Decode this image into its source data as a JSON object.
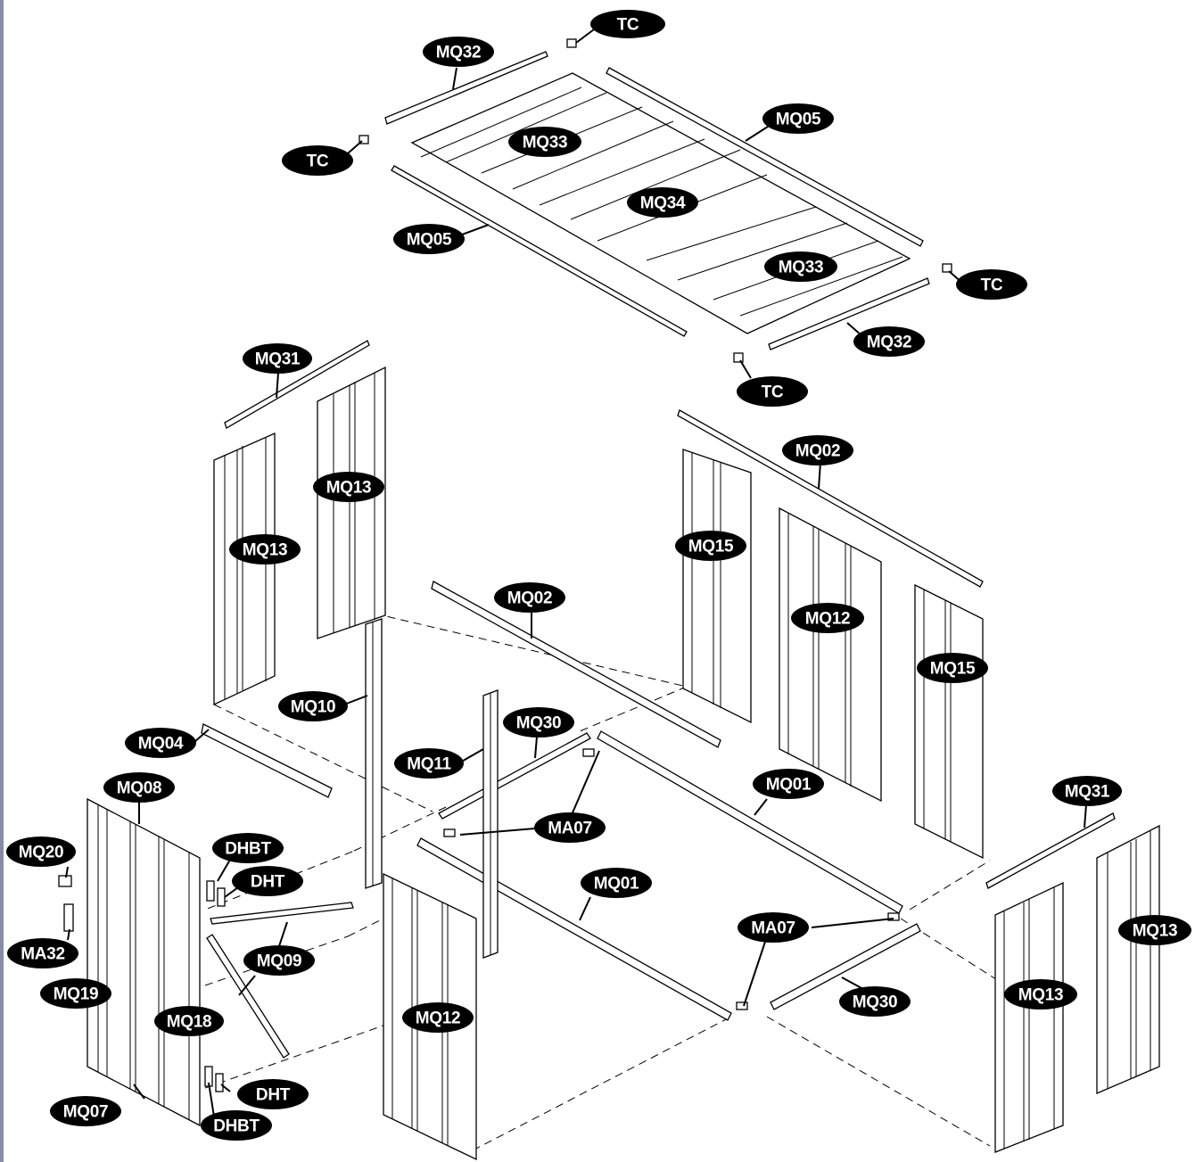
{
  "colors": {
    "ink": "#000000",
    "label_text": "#ffffff",
    "paper": "#ffffff",
    "edge_strip": "#8a8aa8"
  },
  "labels": [
    {
      "id": "tc-1",
      "text": "TC"
    },
    {
      "id": "mq32-1",
      "text": "MQ32"
    },
    {
      "id": "tc-2",
      "text": "TC"
    },
    {
      "id": "mq33-1",
      "text": "MQ33"
    },
    {
      "id": "mq05-1",
      "text": "MQ05"
    },
    {
      "id": "mq34",
      "text": "MQ34"
    },
    {
      "id": "mq05-2",
      "text": "MQ05"
    },
    {
      "id": "mq33-2",
      "text": "MQ33"
    },
    {
      "id": "tc-3",
      "text": "TC"
    },
    {
      "id": "mq32-2",
      "text": "MQ32"
    },
    {
      "id": "tc-4",
      "text": "TC"
    },
    {
      "id": "mq31-1",
      "text": "MQ31"
    },
    {
      "id": "mq13-1",
      "text": "MQ13"
    },
    {
      "id": "mq13-2",
      "text": "MQ13"
    },
    {
      "id": "mq02-1",
      "text": "MQ02"
    },
    {
      "id": "mq15-1",
      "text": "MQ15"
    },
    {
      "id": "mq12-1",
      "text": "MQ12"
    },
    {
      "id": "mq02-2",
      "text": "MQ02"
    },
    {
      "id": "mq15-2",
      "text": "MQ15"
    },
    {
      "id": "mq10",
      "text": "MQ10"
    },
    {
      "id": "mq30-1",
      "text": "MQ30"
    },
    {
      "id": "mq04",
      "text": "MQ04"
    },
    {
      "id": "mq11",
      "text": "MQ11"
    },
    {
      "id": "mq01-1",
      "text": "MQ01"
    },
    {
      "id": "mq08",
      "text": "MQ08"
    },
    {
      "id": "ma07-1",
      "text": "MA07"
    },
    {
      "id": "mq31-2",
      "text": "MQ31"
    },
    {
      "id": "dhbt-1",
      "text": "DHBT"
    },
    {
      "id": "mq20",
      "text": "MQ20"
    },
    {
      "id": "dht-1",
      "text": "DHT"
    },
    {
      "id": "mq01-2",
      "text": "MQ01"
    },
    {
      "id": "ma07-2",
      "text": "MA07"
    },
    {
      "id": "mq13-3",
      "text": "MQ13"
    },
    {
      "id": "ma32",
      "text": "MA32"
    },
    {
      "id": "mq09",
      "text": "MQ09"
    },
    {
      "id": "mq19",
      "text": "MQ19"
    },
    {
      "id": "mq13-4",
      "text": "MQ13"
    },
    {
      "id": "mq30-2",
      "text": "MQ30"
    },
    {
      "id": "mq18",
      "text": "MQ18"
    },
    {
      "id": "mq12-2",
      "text": "MQ12"
    },
    {
      "id": "dht-2",
      "text": "DHT"
    },
    {
      "id": "mq07",
      "text": "MQ07"
    },
    {
      "id": "dhbt-2",
      "text": "DHBT"
    }
  ]
}
